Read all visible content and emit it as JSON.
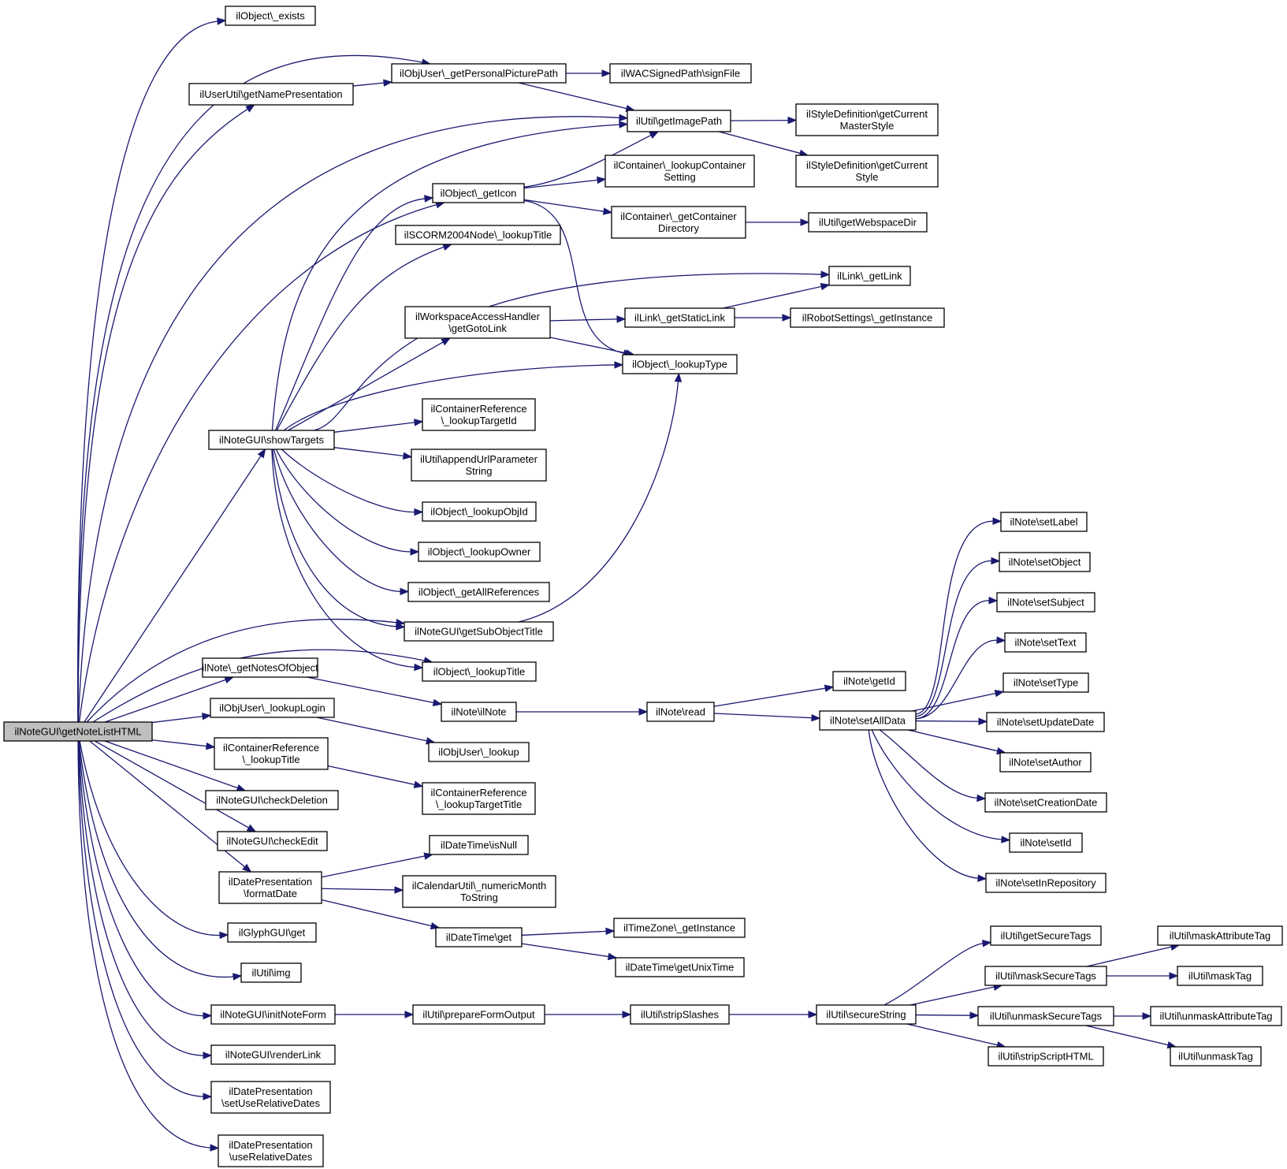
{
  "colors": {
    "edge": "#191970",
    "root_fill": "#bfbfbf",
    "node_fill": "#ffffff",
    "node_border": "#000000"
  },
  "nodes": [
    {
      "id": "root",
      "lines": [
        "ilNoteGUI\\getNoteListHTML"
      ]
    },
    {
      "id": "obj_exists",
      "lines": [
        "ilObject\\_exists"
      ]
    },
    {
      "id": "user_name",
      "lines": [
        "ilUserUtil\\getNamePresentation"
      ]
    },
    {
      "id": "objuser_pic",
      "lines": [
        "ilObjUser\\_getPersonalPicturePath"
      ]
    },
    {
      "id": "wac_sign",
      "lines": [
        "ilWACSignedPath\\signFile"
      ]
    },
    {
      "id": "util_img_path",
      "lines": [
        "ilUtil\\getImagePath"
      ]
    },
    {
      "id": "style_master",
      "lines": [
        "ilStyleDefinition\\getCurrent",
        "MasterStyle"
      ]
    },
    {
      "id": "style_cur",
      "lines": [
        "ilStyleDefinition\\getCurrent",
        "Style"
      ]
    },
    {
      "id": "obj_icon",
      "lines": [
        "ilObject\\_getIcon"
      ]
    },
    {
      "id": "cont_lookup",
      "lines": [
        "ilContainer\\_lookupContainer",
        "Setting"
      ]
    },
    {
      "id": "cont_dir",
      "lines": [
        "ilContainer\\_getContainer",
        "Directory"
      ]
    },
    {
      "id": "util_webspace",
      "lines": [
        "ilUtil\\getWebspaceDir"
      ]
    },
    {
      "id": "scorm_title",
      "lines": [
        "ilSCORM2004Node\\_lookupTitle"
      ]
    },
    {
      "id": "link_get",
      "lines": [
        "ilLink\\_getLink"
      ]
    },
    {
      "id": "ws_goto",
      "lines": [
        "ilWorkspaceAccessHandler",
        "\\getGotoLink"
      ]
    },
    {
      "id": "link_static",
      "lines": [
        "ilLink\\_getStaticLink"
      ]
    },
    {
      "id": "robot_inst",
      "lines": [
        "ilRobotSettings\\_getInstance"
      ]
    },
    {
      "id": "obj_lookup_type",
      "lines": [
        "ilObject\\_lookupType"
      ]
    },
    {
      "id": "show_targets",
      "lines": [
        "ilNoteGUI\\showTargets"
      ]
    },
    {
      "id": "contref_target",
      "lines": [
        "ilContainerReference",
        "\\_lookupTargetId"
      ]
    },
    {
      "id": "util_append",
      "lines": [
        "ilUtil\\appendUrlParameter",
        "String"
      ]
    },
    {
      "id": "obj_lookup_objid",
      "lines": [
        "ilObject\\_lookupObjId"
      ]
    },
    {
      "id": "obj_lookup_owner",
      "lines": [
        "ilObject\\_lookupOwner"
      ]
    },
    {
      "id": "obj_all_refs",
      "lines": [
        "ilObject\\_getAllReferences"
      ]
    },
    {
      "id": "sub_obj_title",
      "lines": [
        "ilNoteGUI\\getSubObjectTitle"
      ]
    },
    {
      "id": "note_get_notes",
      "lines": [
        "ilNote\\_getNotesOfObject"
      ]
    },
    {
      "id": "obj_lookup_title",
      "lines": [
        "ilObject\\_lookupTitle"
      ]
    },
    {
      "id": "objuser_login",
      "lines": [
        "ilObjUser\\_lookupLogin"
      ]
    },
    {
      "id": "note_ctor",
      "lines": [
        "ilNote\\ilNote"
      ]
    },
    {
      "id": "note_read",
      "lines": [
        "ilNote\\read"
      ]
    },
    {
      "id": "note_getid",
      "lines": [
        "ilNote\\getId"
      ]
    },
    {
      "id": "note_setall",
      "lines": [
        "ilNote\\setAllData"
      ]
    },
    {
      "id": "objuser_lookup",
      "lines": [
        "ilObjUser\\_lookup"
      ]
    },
    {
      "id": "contref_title",
      "lines": [
        "ilContainerReference",
        "\\_lookupTitle"
      ]
    },
    {
      "id": "contref_tgt_title",
      "lines": [
        "ilContainerReference",
        "\\_lookupTargetTitle"
      ]
    },
    {
      "id": "check_deletion",
      "lines": [
        "ilNoteGUI\\checkDeletion"
      ]
    },
    {
      "id": "check_edit",
      "lines": [
        "ilNoteGUI\\checkEdit"
      ]
    },
    {
      "id": "date_format",
      "lines": [
        "ilDatePresentation",
        "\\formatDate"
      ]
    },
    {
      "id": "dt_isnull",
      "lines": [
        "ilDateTime\\isNull"
      ]
    },
    {
      "id": "cal_month",
      "lines": [
        "ilCalendarUtil\\_numericMonth",
        "ToString"
      ]
    },
    {
      "id": "dt_get",
      "lines": [
        "ilDateTime\\get"
      ]
    },
    {
      "id": "tz_inst",
      "lines": [
        "ilTimeZone\\_getInstance"
      ]
    },
    {
      "id": "dt_unix",
      "lines": [
        "ilDateTime\\getUnixTime"
      ]
    },
    {
      "id": "glyph_get",
      "lines": [
        "ilGlyphGUI\\get"
      ]
    },
    {
      "id": "util_img",
      "lines": [
        "ilUtil\\img"
      ]
    },
    {
      "id": "init_form",
      "lines": [
        "ilNoteGUI\\initNoteForm"
      ]
    },
    {
      "id": "prep_form",
      "lines": [
        "ilUtil\\prepareFormOutput"
      ]
    },
    {
      "id": "strip_slashes",
      "lines": [
        "ilUtil\\stripSlashes"
      ]
    },
    {
      "id": "secure_string",
      "lines": [
        "ilUtil\\secureString"
      ]
    },
    {
      "id": "render_link",
      "lines": [
        "ilNoteGUI\\renderLink"
      ]
    },
    {
      "id": "set_rel_dates",
      "lines": [
        "ilDatePresentation",
        "\\setUseRelativeDates"
      ]
    },
    {
      "id": "use_rel_dates",
      "lines": [
        "ilDatePresentation",
        "\\useRelativeDates"
      ]
    },
    {
      "id": "set_label",
      "lines": [
        "ilNote\\setLabel"
      ]
    },
    {
      "id": "set_object",
      "lines": [
        "ilNote\\setObject"
      ]
    },
    {
      "id": "set_subject",
      "lines": [
        "ilNote\\setSubject"
      ]
    },
    {
      "id": "set_text",
      "lines": [
        "ilNote\\setText"
      ]
    },
    {
      "id": "set_type",
      "lines": [
        "ilNote\\setType"
      ]
    },
    {
      "id": "set_update",
      "lines": [
        "ilNote\\setUpdateDate"
      ]
    },
    {
      "id": "set_author",
      "lines": [
        "ilNote\\setAuthor"
      ]
    },
    {
      "id": "set_creation",
      "lines": [
        "ilNote\\setCreationDate"
      ]
    },
    {
      "id": "set_id",
      "lines": [
        "ilNote\\setId"
      ]
    },
    {
      "id": "set_inrepo",
      "lines": [
        "ilNote\\setInRepository"
      ]
    },
    {
      "id": "sec_tags",
      "lines": [
        "ilUtil\\getSecureTags"
      ]
    },
    {
      "id": "mask_sec",
      "lines": [
        "ilUtil\\maskSecureTags"
      ]
    },
    {
      "id": "unmask_sec",
      "lines": [
        "ilUtil\\unmaskSecureTags"
      ]
    },
    {
      "id": "strip_script",
      "lines": [
        "ilUtil\\stripScriptHTML"
      ]
    },
    {
      "id": "mask_attr",
      "lines": [
        "ilUtil\\maskAttributeTag"
      ]
    },
    {
      "id": "mask_tag",
      "lines": [
        "ilUtil\\maskTag"
      ]
    },
    {
      "id": "unmask_attr",
      "lines": [
        "ilUtil\\unmaskAttributeTag"
      ]
    },
    {
      "id": "unmask_tag",
      "lines": [
        "ilUtil\\unmaskTag"
      ]
    }
  ],
  "edges": [
    [
      "root",
      "obj_exists"
    ],
    [
      "root",
      "objuser_pic"
    ],
    [
      "root",
      "user_name"
    ],
    [
      "root",
      "util_img_path"
    ],
    [
      "root",
      "obj_icon"
    ],
    [
      "root",
      "show_targets"
    ],
    [
      "root",
      "sub_obj_title"
    ],
    [
      "root",
      "obj_lookup_title"
    ],
    [
      "root",
      "note_get_notes"
    ],
    [
      "root",
      "objuser_login"
    ],
    [
      "root",
      "contref_title"
    ],
    [
      "root",
      "check_deletion"
    ],
    [
      "root",
      "check_edit"
    ],
    [
      "root",
      "date_format"
    ],
    [
      "root",
      "glyph_get"
    ],
    [
      "root",
      "util_img"
    ],
    [
      "root",
      "init_form"
    ],
    [
      "root",
      "render_link"
    ],
    [
      "root",
      "set_rel_dates"
    ],
    [
      "root",
      "use_rel_dates"
    ],
    [
      "user_name",
      "objuser_pic"
    ],
    [
      "objuser_pic",
      "wac_sign"
    ],
    [
      "objuser_pic",
      "util_img_path"
    ],
    [
      "util_img_path",
      "style_master"
    ],
    [
      "util_img_path",
      "style_cur"
    ],
    [
      "obj_icon",
      "util_img_path"
    ],
    [
      "obj_icon",
      "cont_lookup"
    ],
    [
      "obj_icon",
      "cont_dir"
    ],
    [
      "obj_icon",
      "obj_lookup_type"
    ],
    [
      "cont_dir",
      "util_webspace"
    ],
    [
      "show_targets",
      "util_img_path"
    ],
    [
      "show_targets",
      "obj_icon"
    ],
    [
      "show_targets",
      "scorm_title"
    ],
    [
      "show_targets",
      "link_get"
    ],
    [
      "show_targets",
      "ws_goto"
    ],
    [
      "show_targets",
      "obj_lookup_type"
    ],
    [
      "show_targets",
      "contref_target"
    ],
    [
      "show_targets",
      "util_append"
    ],
    [
      "show_targets",
      "obj_lookup_objid"
    ],
    [
      "show_targets",
      "obj_lookup_owner"
    ],
    [
      "show_targets",
      "obj_all_refs"
    ],
    [
      "show_targets",
      "sub_obj_title"
    ],
    [
      "show_targets",
      "obj_lookup_title"
    ],
    [
      "ws_goto",
      "link_static"
    ],
    [
      "ws_goto",
      "obj_lookup_type"
    ],
    [
      "link_static",
      "link_get"
    ],
    [
      "link_static",
      "robot_inst"
    ],
    [
      "sub_obj_title",
      "obj_lookup_type"
    ],
    [
      "note_get_notes",
      "note_ctor"
    ],
    [
      "note_ctor",
      "note_read"
    ],
    [
      "note_read",
      "note_getid"
    ],
    [
      "note_read",
      "note_setall"
    ],
    [
      "note_setall",
      "set_label"
    ],
    [
      "note_setall",
      "set_object"
    ],
    [
      "note_setall",
      "set_subject"
    ],
    [
      "note_setall",
      "set_text"
    ],
    [
      "note_setall",
      "set_type"
    ],
    [
      "note_setall",
      "set_update"
    ],
    [
      "note_setall",
      "set_author"
    ],
    [
      "note_setall",
      "set_creation"
    ],
    [
      "note_setall",
      "set_id"
    ],
    [
      "note_setall",
      "set_inrepo"
    ],
    [
      "objuser_login",
      "objuser_lookup"
    ],
    [
      "contref_title",
      "contref_tgt_title"
    ],
    [
      "date_format",
      "dt_isnull"
    ],
    [
      "date_format",
      "cal_month"
    ],
    [
      "date_format",
      "dt_get"
    ],
    [
      "dt_get",
      "tz_inst"
    ],
    [
      "dt_get",
      "dt_unix"
    ],
    [
      "init_form",
      "prep_form"
    ],
    [
      "prep_form",
      "strip_slashes"
    ],
    [
      "strip_slashes",
      "secure_string"
    ],
    [
      "secure_string",
      "sec_tags"
    ],
    [
      "secure_string",
      "mask_sec"
    ],
    [
      "secure_string",
      "unmask_sec"
    ],
    [
      "secure_string",
      "strip_script"
    ],
    [
      "mask_sec",
      "mask_attr"
    ],
    [
      "mask_sec",
      "mask_tag"
    ],
    [
      "unmask_sec",
      "unmask_attr"
    ],
    [
      "unmask_sec",
      "unmask_tag"
    ]
  ]
}
